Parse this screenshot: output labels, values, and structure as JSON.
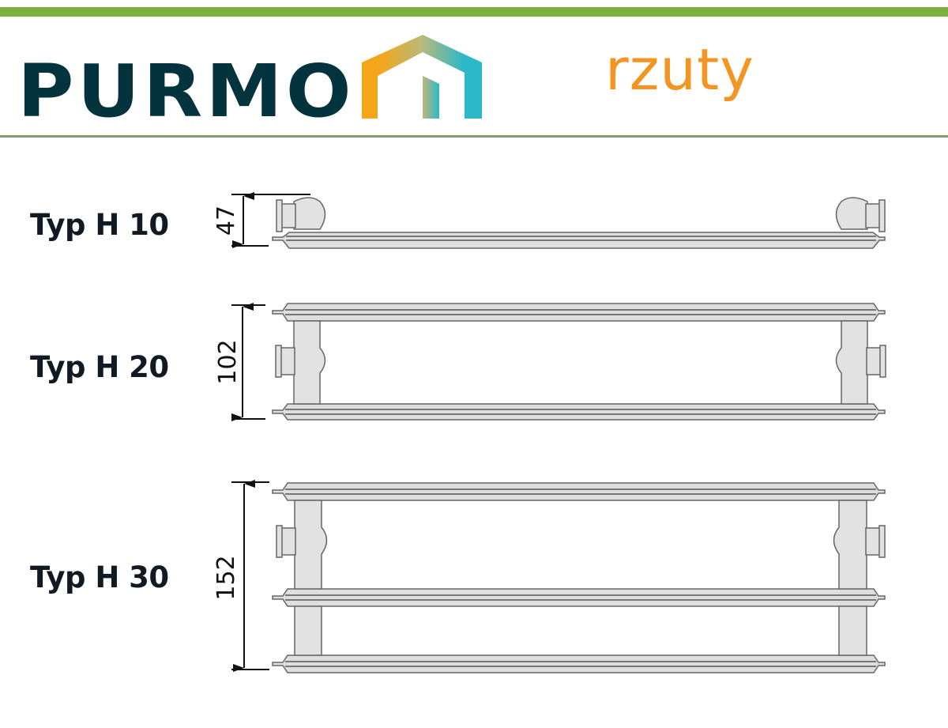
{
  "header": {
    "brand": "PURMO",
    "logo_icon": "house-gradient-icon",
    "section_title": "rzuty",
    "colors": {
      "top_bar": "#7cb03c",
      "rule": "#879c6a",
      "brand_text": "#03333d",
      "section_title": "#f49421",
      "logo_gradient_start": "#f3a61a",
      "logo_gradient_end": "#2bb8c9"
    }
  },
  "types": [
    {
      "label": "Typ H 10",
      "height_mm": "47",
      "panels": 1
    },
    {
      "label": "Typ H 20",
      "height_mm": "102",
      "panels": 2
    },
    {
      "label": "Typ H 30",
      "height_mm": "152",
      "panels": 3
    }
  ]
}
